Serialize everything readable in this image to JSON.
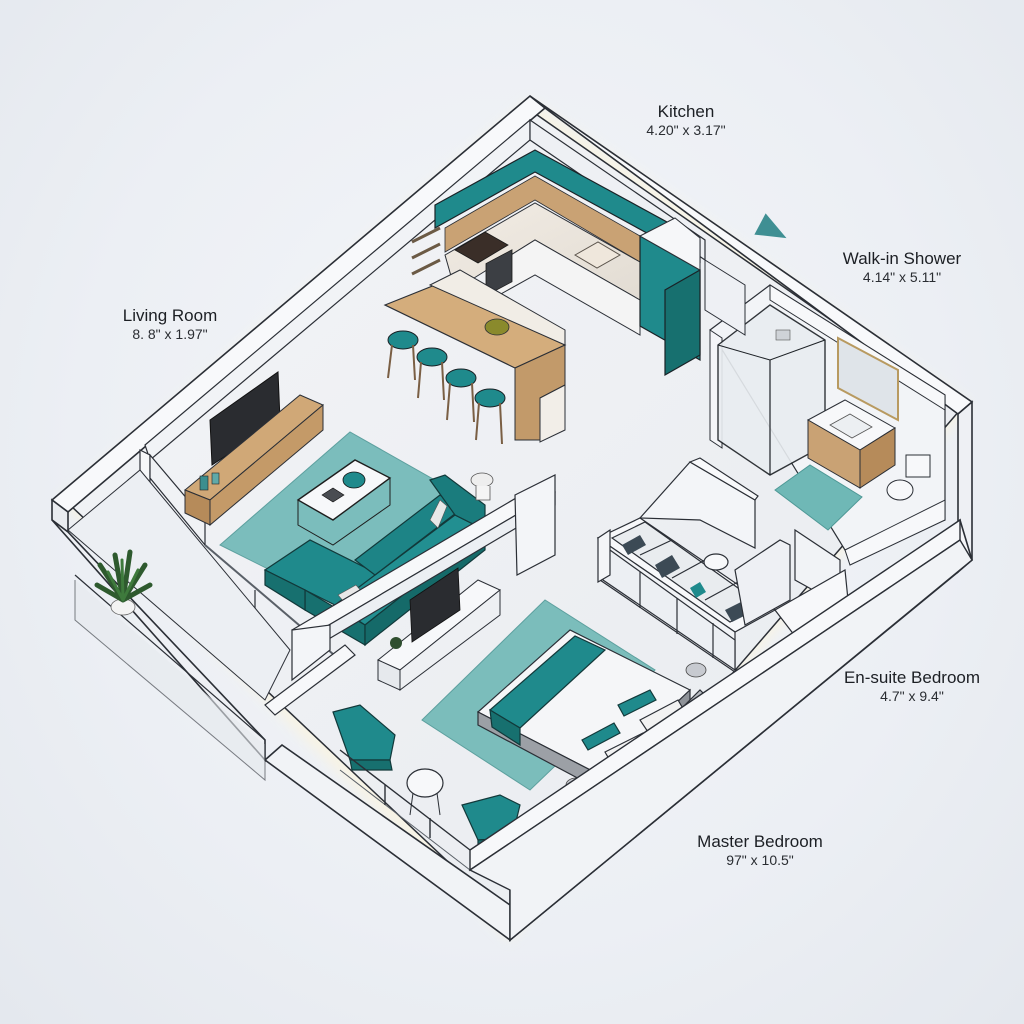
{
  "diagram": {
    "type": "isometric-floor-plan",
    "colors": {
      "accent_teal": "#1f8a8c",
      "teal_dark": "#17706f",
      "rug_teal": "#6fb8b6",
      "wood": "#c9a274",
      "wall_white": "#f7f8fa",
      "wall_outline": "#2b2f36",
      "floor": "#eef0f3",
      "marker": "#3f8f93"
    },
    "rooms": [
      {
        "id": "kitchen",
        "name": "Kitchen",
        "dimensions": "4.20\" x 3.17\""
      },
      {
        "id": "walk-in-shower",
        "name": "Walk-in Shower",
        "dimensions": "4.14\" x 5.11\""
      },
      {
        "id": "living-room",
        "name": "Living Room",
        "dimensions": "8. 8\" x 1.97\""
      },
      {
        "id": "en-suite-bedroom",
        "name": "En-suite Bedroom",
        "dimensions": "4.7\" x 9.4\""
      },
      {
        "id": "master-bedroom",
        "name": "Master Bedroom",
        "dimensions": "97\" x 10.5\""
      }
    ],
    "marker": {
      "icon": "triangle-pointer-icon"
    }
  }
}
